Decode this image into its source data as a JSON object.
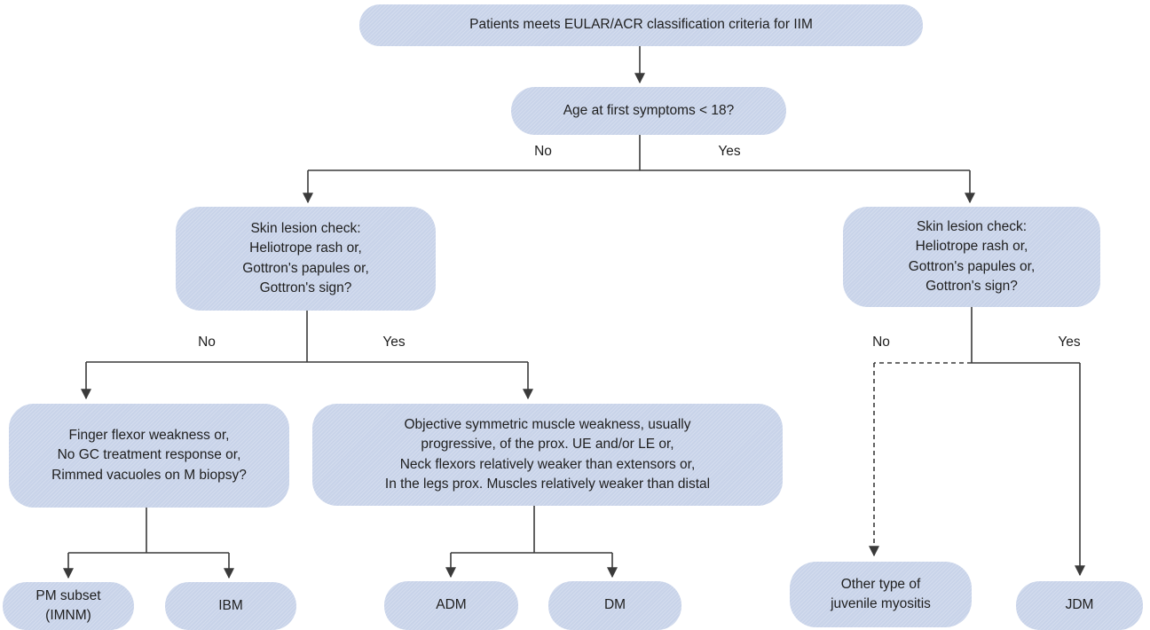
{
  "diagram": {
    "description": "Flowchart classifying idiopathic inflammatory myopathies (IIM) subtypes",
    "colors": {
      "node_fill": "#c8d3e9",
      "line": "#3a3a3a",
      "text": "#202020"
    },
    "nodes": {
      "root": {
        "label": "Patients meets EULAR/ACR classification criteria for IIM"
      },
      "age": {
        "label": "Age at first symptoms < 18?"
      },
      "skin_left": {
        "label": "Skin lesion check:\nHeliotrope rash or,\nGottron's papules or,\nGottron's sign?"
      },
      "skin_right": {
        "label": "Skin lesion check:\nHeliotrope rash or,\nGottron's papules or,\nGottron's sign?"
      },
      "ibm_criteria": {
        "label": "Finger flexor weakness or,\nNo GC treatment response or,\nRimmed vacuoles on M biopsy?"
      },
      "muscle_weakness": {
        "label": "Objective symmetric muscle weakness, usually\nprogressive, of the prox. UE and/or LE or,\nNeck flexors relatively weaker than extensors or,\nIn the legs prox. Muscles relatively weaker than distal"
      },
      "pm_subset": {
        "label": "PM subset\n(IMNM)"
      },
      "ibm": {
        "label": "IBM"
      },
      "adm": {
        "label": "ADM"
      },
      "dm": {
        "label": "DM"
      },
      "other_juvenile": {
        "label": "Other type of\njuvenile myositis"
      },
      "jdm": {
        "label": "JDM"
      }
    },
    "edge_labels": {
      "age_no": "No",
      "age_yes": "Yes",
      "skin_left_no": "No",
      "skin_left_yes": "Yes",
      "skin_right_no": "No",
      "skin_right_yes": "Yes"
    }
  }
}
